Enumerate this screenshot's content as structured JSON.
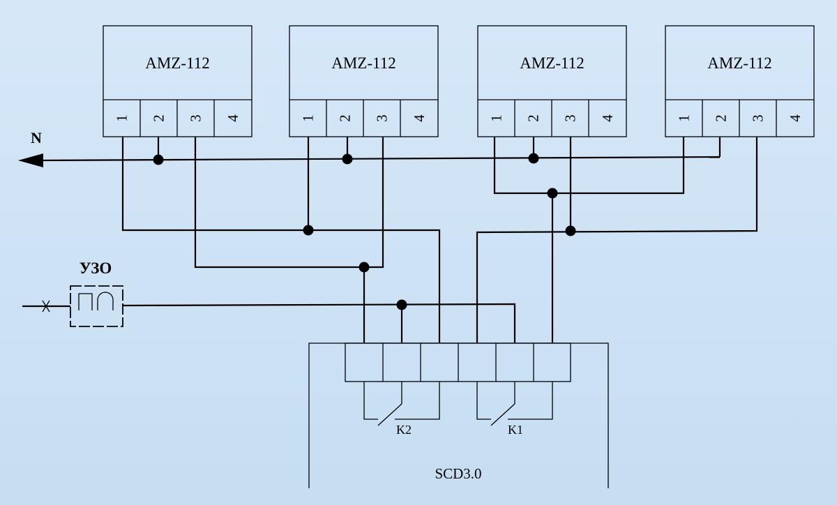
{
  "diagram": {
    "device_title": "AMZ-112",
    "terminal_labels": [
      "1",
      "2",
      "3",
      "4"
    ],
    "neutral_label": "N",
    "rcd_label": "УЗО",
    "controller_label": "SCD3.0",
    "relay_labels": [
      "K2",
      "K1"
    ]
  },
  "colors": {
    "background": "#cfe3f5",
    "line": "#000000"
  }
}
